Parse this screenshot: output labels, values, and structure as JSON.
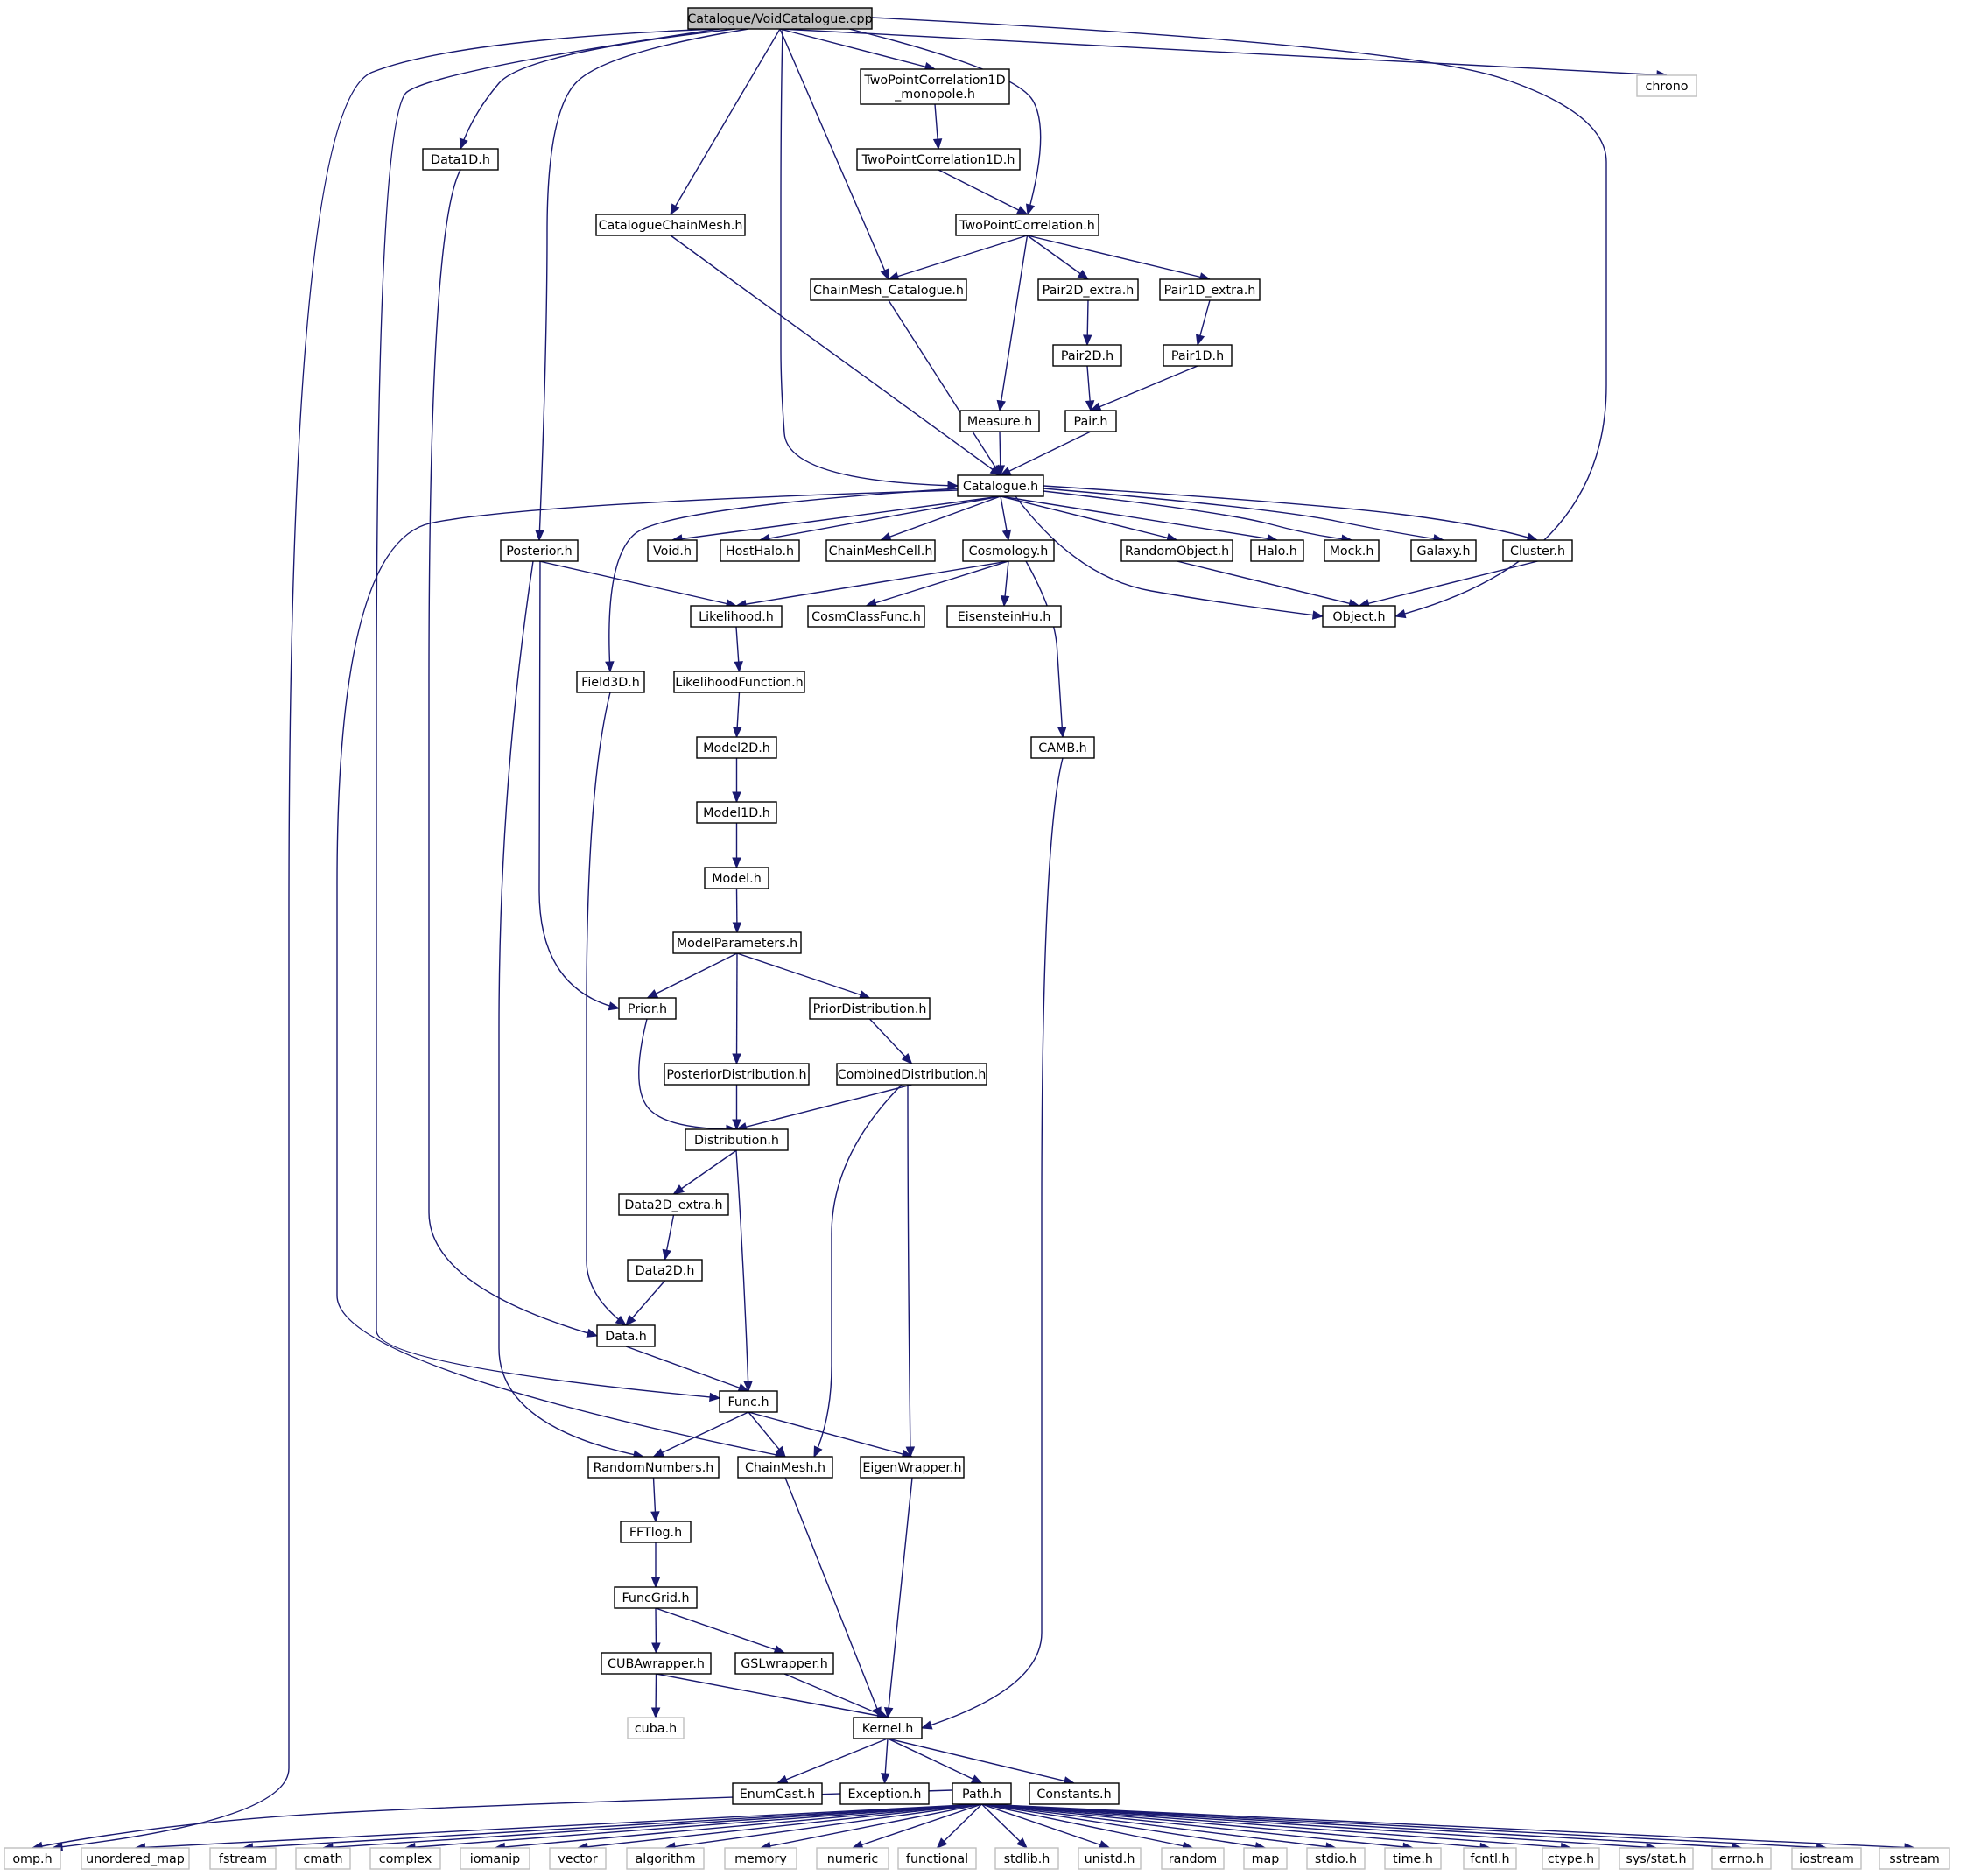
{
  "diagram": {
    "colors": {
      "edge": "#191970",
      "node_border": "#000000",
      "system_border": "#bfbfbf",
      "root_fill": "#bfbfbf"
    },
    "nodes": [
      {
        "id": "root",
        "label": "Catalogue/VoidCatalogue.cpp",
        "kind": "root"
      },
      {
        "id": "tpc1dmono",
        "label": "TwoPointCorrelation1D\n_monopole.h",
        "kind": "header"
      },
      {
        "id": "chrono",
        "label": "chrono",
        "kind": "system"
      },
      {
        "id": "data1d",
        "label": "Data1D.h",
        "kind": "header"
      },
      {
        "id": "tpc1d",
        "label": "TwoPointCorrelation1D.h",
        "kind": "header"
      },
      {
        "id": "ccm",
        "label": "CatalogueChainMesh.h",
        "kind": "header"
      },
      {
        "id": "tpc",
        "label": "TwoPointCorrelation.h",
        "kind": "header"
      },
      {
        "id": "cmcat",
        "label": "ChainMesh_Catalogue.h",
        "kind": "header"
      },
      {
        "id": "p2dx",
        "label": "Pair2D_extra.h",
        "kind": "header"
      },
      {
        "id": "p1dx",
        "label": "Pair1D_extra.h",
        "kind": "header"
      },
      {
        "id": "p2d",
        "label": "Pair2D.h",
        "kind": "header"
      },
      {
        "id": "p1d",
        "label": "Pair1D.h",
        "kind": "header"
      },
      {
        "id": "measure",
        "label": "Measure.h",
        "kind": "header"
      },
      {
        "id": "pair",
        "label": "Pair.h",
        "kind": "header"
      },
      {
        "id": "catalogue",
        "label": "Catalogue.h",
        "kind": "header"
      },
      {
        "id": "posterior",
        "label": "Posterior.h",
        "kind": "header"
      },
      {
        "id": "void",
        "label": "Void.h",
        "kind": "header"
      },
      {
        "id": "hosthalo",
        "label": "HostHalo.h",
        "kind": "header"
      },
      {
        "id": "cmcell",
        "label": "ChainMeshCell.h",
        "kind": "header"
      },
      {
        "id": "cosmology",
        "label": "Cosmology.h",
        "kind": "header"
      },
      {
        "id": "randobj",
        "label": "RandomObject.h",
        "kind": "header"
      },
      {
        "id": "halo",
        "label": "Halo.h",
        "kind": "header"
      },
      {
        "id": "mock",
        "label": "Mock.h",
        "kind": "header"
      },
      {
        "id": "galaxy",
        "label": "Galaxy.h",
        "kind": "header"
      },
      {
        "id": "cluster",
        "label": "Cluster.h",
        "kind": "header"
      },
      {
        "id": "likelihood",
        "label": "Likelihood.h",
        "kind": "header"
      },
      {
        "id": "cosmclass",
        "label": "CosmClassFunc.h",
        "kind": "header"
      },
      {
        "id": "eisenstein",
        "label": "EisensteinHu.h",
        "kind": "header"
      },
      {
        "id": "object",
        "label": "Object.h",
        "kind": "header"
      },
      {
        "id": "field3d",
        "label": "Field3D.h",
        "kind": "header"
      },
      {
        "id": "likefunc",
        "label": "LikelihoodFunction.h",
        "kind": "header"
      },
      {
        "id": "model2d",
        "label": "Model2D.h",
        "kind": "header"
      },
      {
        "id": "camb",
        "label": "CAMB.h",
        "kind": "header"
      },
      {
        "id": "model1d",
        "label": "Model1D.h",
        "kind": "header"
      },
      {
        "id": "model",
        "label": "Model.h",
        "kind": "header"
      },
      {
        "id": "modelparams",
        "label": "ModelParameters.h",
        "kind": "header"
      },
      {
        "id": "prior",
        "label": "Prior.h",
        "kind": "header"
      },
      {
        "id": "priordist",
        "label": "PriorDistribution.h",
        "kind": "header"
      },
      {
        "id": "postdist",
        "label": "PosteriorDistribution.h",
        "kind": "header"
      },
      {
        "id": "combdist",
        "label": "CombinedDistribution.h",
        "kind": "header"
      },
      {
        "id": "distribution",
        "label": "Distribution.h",
        "kind": "header"
      },
      {
        "id": "d2dx",
        "label": "Data2D_extra.h",
        "kind": "header"
      },
      {
        "id": "d2d",
        "label": "Data2D.h",
        "kind": "header"
      },
      {
        "id": "data",
        "label": "Data.h",
        "kind": "header"
      },
      {
        "id": "func",
        "label": "Func.h",
        "kind": "header"
      },
      {
        "id": "randnum",
        "label": "RandomNumbers.h",
        "kind": "header"
      },
      {
        "id": "chainmesh",
        "label": "ChainMesh.h",
        "kind": "header"
      },
      {
        "id": "eigen",
        "label": "EigenWrapper.h",
        "kind": "header"
      },
      {
        "id": "fftlog",
        "label": "FFTlog.h",
        "kind": "header"
      },
      {
        "id": "funcgrid",
        "label": "FuncGrid.h",
        "kind": "header"
      },
      {
        "id": "cuba_w",
        "label": "CUBAwrapper.h",
        "kind": "header"
      },
      {
        "id": "gsl_w",
        "label": "GSLwrapper.h",
        "kind": "header"
      },
      {
        "id": "cuba",
        "label": "cuba.h",
        "kind": "system"
      },
      {
        "id": "kernel",
        "label": "Kernel.h",
        "kind": "header"
      },
      {
        "id": "enumcast",
        "label": "EnumCast.h",
        "kind": "header"
      },
      {
        "id": "exception",
        "label": "Exception.h",
        "kind": "header"
      },
      {
        "id": "path",
        "label": "Path.h",
        "kind": "header"
      },
      {
        "id": "constants",
        "label": "Constants.h",
        "kind": "header"
      },
      {
        "id": "omp",
        "label": "omp.h",
        "kind": "system"
      },
      {
        "id": "unordered_map",
        "label": "unordered_map",
        "kind": "system"
      },
      {
        "id": "fstream",
        "label": "fstream",
        "kind": "system"
      },
      {
        "id": "cmath",
        "label": "cmath",
        "kind": "system"
      },
      {
        "id": "complex",
        "label": "complex",
        "kind": "system"
      },
      {
        "id": "iomanip",
        "label": "iomanip",
        "kind": "system"
      },
      {
        "id": "vector",
        "label": "vector",
        "kind": "system"
      },
      {
        "id": "algorithm",
        "label": "algorithm",
        "kind": "system"
      },
      {
        "id": "memory",
        "label": "memory",
        "kind": "system"
      },
      {
        "id": "numeric",
        "label": "numeric",
        "kind": "system"
      },
      {
        "id": "functional",
        "label": "functional",
        "kind": "system"
      },
      {
        "id": "stdlib",
        "label": "stdlib.h",
        "kind": "system"
      },
      {
        "id": "unistd",
        "label": "unistd.h",
        "kind": "system"
      },
      {
        "id": "random",
        "label": "random",
        "kind": "system"
      },
      {
        "id": "map",
        "label": "map",
        "kind": "system"
      },
      {
        "id": "stdio",
        "label": "stdio.h",
        "kind": "system"
      },
      {
        "id": "time",
        "label": "time.h",
        "kind": "system"
      },
      {
        "id": "fcntl",
        "label": "fcntl.h",
        "kind": "system"
      },
      {
        "id": "ctype",
        "label": "ctype.h",
        "kind": "system"
      },
      {
        "id": "sysstat",
        "label": "sys/stat.h",
        "kind": "system"
      },
      {
        "id": "errno",
        "label": "errno.h",
        "kind": "system"
      },
      {
        "id": "iostream",
        "label": "iostream",
        "kind": "system"
      },
      {
        "id": "sstream",
        "label": "sstream",
        "kind": "system"
      }
    ],
    "edges": [
      [
        "root",
        "tpc1dmono"
      ],
      [
        "root",
        "chrono"
      ],
      [
        "root",
        "data1d"
      ],
      [
        "root",
        "ccm"
      ],
      [
        "root",
        "tpc"
      ],
      [
        "root",
        "cmcat"
      ],
      [
        "root",
        "catalogue"
      ],
      [
        "root",
        "posterior"
      ],
      [
        "root",
        "object"
      ],
      [
        "root",
        "func"
      ],
      [
        "root",
        "omp"
      ],
      [
        "tpc1dmono",
        "tpc1d"
      ],
      [
        "tpc1d",
        "tpc"
      ],
      [
        "tpc",
        "cmcat"
      ],
      [
        "tpc",
        "p2dx"
      ],
      [
        "tpc",
        "p1dx"
      ],
      [
        "tpc",
        "measure"
      ],
      [
        "p2dx",
        "p2d"
      ],
      [
        "p1dx",
        "p1d"
      ],
      [
        "p2d",
        "pair"
      ],
      [
        "p1d",
        "pair"
      ],
      [
        "measure",
        "catalogue"
      ],
      [
        "pair",
        "catalogue"
      ],
      [
        "ccm",
        "catalogue"
      ],
      [
        "cmcat",
        "catalogue"
      ],
      [
        "data1d",
        "data"
      ],
      [
        "catalogue",
        "void"
      ],
      [
        "catalogue",
        "hosthalo"
      ],
      [
        "catalogue",
        "cmcell"
      ],
      [
        "catalogue",
        "cosmology"
      ],
      [
        "catalogue",
        "randobj"
      ],
      [
        "catalogue",
        "halo"
      ],
      [
        "catalogue",
        "mock"
      ],
      [
        "catalogue",
        "galaxy"
      ],
      [
        "catalogue",
        "cluster"
      ],
      [
        "catalogue",
        "object"
      ],
      [
        "catalogue",
        "field3d"
      ],
      [
        "catalogue",
        "chainmesh"
      ],
      [
        "randobj",
        "object"
      ],
      [
        "cluster",
        "object"
      ],
      [
        "cosmology",
        "likelihood"
      ],
      [
        "cosmology",
        "cosmclass"
      ],
      [
        "cosmology",
        "eisenstein"
      ],
      [
        "cosmology",
        "camb"
      ],
      [
        "posterior",
        "likelihood"
      ],
      [
        "posterior",
        "prior"
      ],
      [
        "posterior",
        "randnum"
      ],
      [
        "likelihood",
        "likefunc"
      ],
      [
        "likefunc",
        "model2d"
      ],
      [
        "model2d",
        "model1d"
      ],
      [
        "model1d",
        "model"
      ],
      [
        "model",
        "modelparams"
      ],
      [
        "modelparams",
        "prior"
      ],
      [
        "modelparams",
        "postdist"
      ],
      [
        "modelparams",
        "priordist"
      ],
      [
        "priordist",
        "combdist"
      ],
      [
        "prior",
        "distribution"
      ],
      [
        "postdist",
        "distribution"
      ],
      [
        "combdist",
        "distribution"
      ],
      [
        "combdist",
        "chainmesh"
      ],
      [
        "combdist",
        "eigen"
      ],
      [
        "distribution",
        "d2dx"
      ],
      [
        "distribution",
        "func"
      ],
      [
        "d2dx",
        "d2d"
      ],
      [
        "d2d",
        "data"
      ],
      [
        "field3d",
        "data"
      ],
      [
        "data",
        "func"
      ],
      [
        "func",
        "randnum"
      ],
      [
        "func",
        "chainmesh"
      ],
      [
        "func",
        "eigen"
      ],
      [
        "randnum",
        "fftlog"
      ],
      [
        "fftlog",
        "funcgrid"
      ],
      [
        "funcgrid",
        "cuba_w"
      ],
      [
        "funcgrid",
        "gsl_w"
      ],
      [
        "cuba_w",
        "cuba"
      ],
      [
        "cuba_w",
        "kernel"
      ],
      [
        "gsl_w",
        "kernel"
      ],
      [
        "chainmesh",
        "kernel"
      ],
      [
        "eigen",
        "kernel"
      ],
      [
        "camb",
        "kernel"
      ],
      [
        "kernel",
        "enumcast"
      ],
      [
        "kernel",
        "exception"
      ],
      [
        "kernel",
        "path"
      ],
      [
        "kernel",
        "constants"
      ],
      [
        "path",
        "omp"
      ],
      [
        "path",
        "unordered_map"
      ],
      [
        "path",
        "fstream"
      ],
      [
        "path",
        "cmath"
      ],
      [
        "path",
        "complex"
      ],
      [
        "path",
        "iomanip"
      ],
      [
        "path",
        "vector"
      ],
      [
        "path",
        "algorithm"
      ],
      [
        "path",
        "memory"
      ],
      [
        "path",
        "numeric"
      ],
      [
        "path",
        "functional"
      ],
      [
        "path",
        "stdlib"
      ],
      [
        "path",
        "unistd"
      ],
      [
        "path",
        "random"
      ],
      [
        "path",
        "map"
      ],
      [
        "path",
        "stdio"
      ],
      [
        "path",
        "time"
      ],
      [
        "path",
        "fcntl"
      ],
      [
        "path",
        "ctype"
      ],
      [
        "path",
        "sysstat"
      ],
      [
        "path",
        "errno"
      ],
      [
        "path",
        "iostream"
      ],
      [
        "path",
        "sstream"
      ]
    ]
  }
}
